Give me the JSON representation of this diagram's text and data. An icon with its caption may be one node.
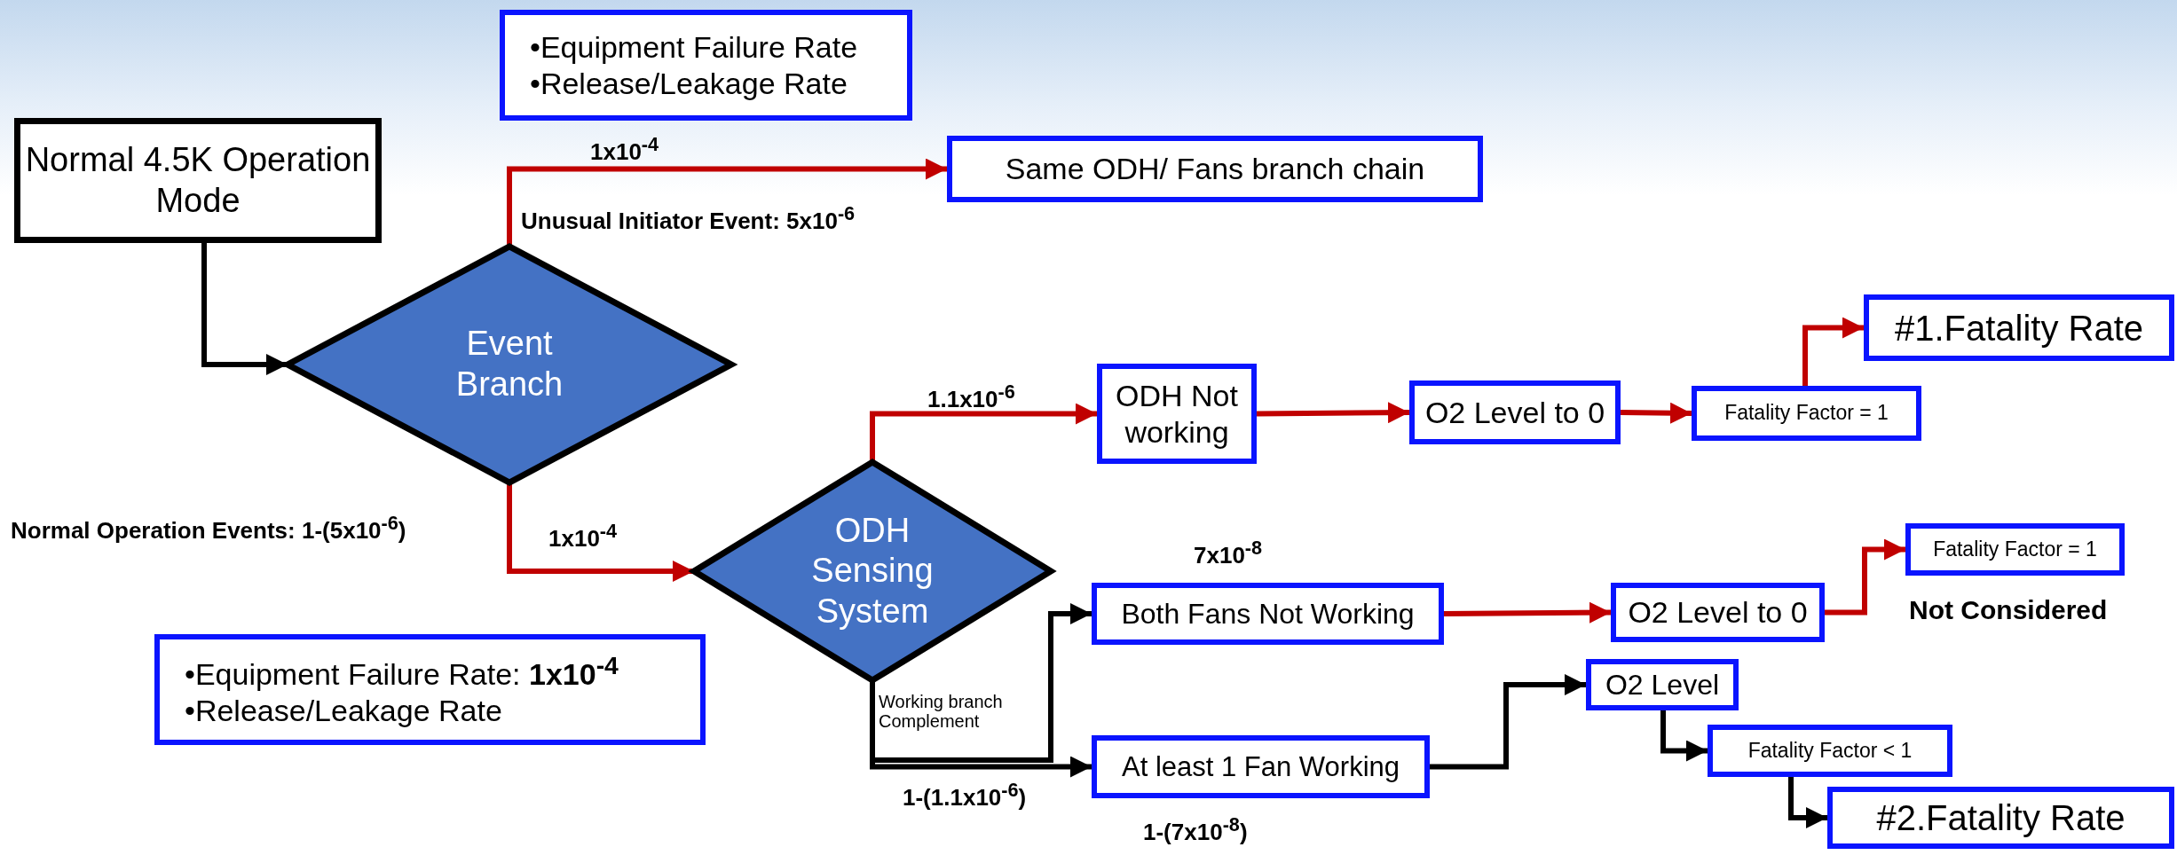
{
  "diagram": {
    "nodes": [
      {
        "text": [
          "Normal 4.5K Operation Mode"
        ]
      },
      {
        "text": [
          "•Equipment Failure Rate",
          "•Release/Leakage Rate"
        ]
      },
      {
        "text": [
          "Event Branch"
        ]
      },
      {
        "text": [
          "Same ODH/ Fans branch chain"
        ]
      },
      {
        "text": [
          "ODH Sensing System"
        ]
      },
      {
        "text": [
          "•Equipment Failure Rate: **1x10$^{-4}$**",
          "•Release/Leakage Rate"
        ]
      },
      {
        "text": [
          "ODH Not working"
        ]
      },
      {
        "text": [
          "O2 Level to 0"
        ]
      },
      {
        "text": [
          "Fatality Factor = 1"
        ]
      },
      {
        "text": [
          "#1.Fatality Rate"
        ]
      },
      {
        "text": [
          "Both Fans Not Working"
        ]
      },
      {
        "text": [
          "O2 Level to 0"
        ]
      },
      {
        "text": [
          "Fatality Factor = 1"
        ],
        "beside": [
          "Not Considered"
        ]
      },
      {
        "text": [
          "At least 1 Fan Working"
        ]
      },
      {
        "text": [
          "O2 Level"
        ]
      },
      {
        "text": [
          "Fatality Factor < 1"
        ]
      },
      {
        "text": [
          "#2.Fatality Rate"
        ]
      }
    ],
    "edges": [
      {
        "from": 0,
        "to": 2,
        "arrow": "to",
        "color": "#000000"
      },
      {
        "from": 2,
        "to": 3,
        "arrow": "to",
        "label": "1x10$^{-4}$"
      },
      {
        "from": 2,
        "to": 4,
        "arrow": "to",
        "label": "1x10$^{-4}$"
      },
      {
        "from": 4,
        "to": 6,
        "arrow": "to",
        "label": "1.1x10$^{-6}$"
      },
      {
        "from": 6,
        "to": 7,
        "arrow": "to"
      },
      {
        "from": 7,
        "to": 8,
        "arrow": "to"
      },
      {
        "from": 8,
        "to": 9,
        "arrow": "to"
      },
      {
        "from": 4,
        "to": 10,
        "arrow": "to",
        "color": "#000000"
      },
      {
        "from": 4,
        "to": 13,
        "arrow": "to",
        "color": "#000000"
      },
      {
        "from": 10,
        "to": 11,
        "arrow": "to"
      },
      {
        "from": 11,
        "to": 12,
        "arrow": "to"
      },
      {
        "from": 13,
        "to": 14,
        "arrow": "to",
        "color": "#000000"
      },
      {
        "from": 14,
        "to": 15,
        "arrow": "to",
        "color": "#000000"
      },
      {
        "from": 15,
        "to": 16,
        "arrow": "to",
        "color": "#000000"
      }
    ],
    "labels": [
      "Unusual Initiator Event: 5x10$^{-6}$",
      "Normal Operation Events: 1-(5x10$^{-6}$)",
      "7x10$^{-8}$",
      "Working branch Complement",
      "1-(1.1x10$^{-6}$)",
      "1-(7x10$^{-8}$)"
    ]
  }
}
